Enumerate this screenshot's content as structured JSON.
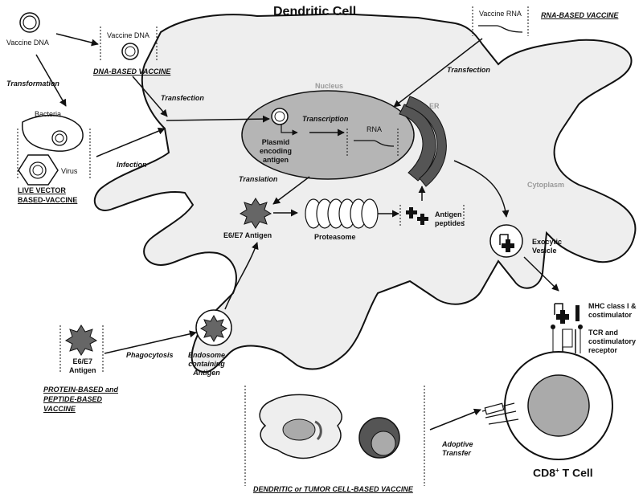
{
  "labels": {
    "title": "Dendritic Cell",
    "vaccine_dna_left": "Vaccine DNA",
    "vaccine_dna_box": "Vaccine DNA",
    "dna_based": "DNA-BASED VACCINE",
    "vaccine_rna": "Vaccine RNA",
    "rna_based": "RNA-BASED VACCINE",
    "transformation": "Transformation",
    "transfection_1": "Transfection",
    "transfection_2": "Transfection",
    "bacteria": "Bacteria",
    "virus": "Virus",
    "infection": "Infection",
    "live_vector_1": "LIVE VECTOR",
    "live_vector_2": "BASED-VACCINE",
    "nucleus": "Nucleus",
    "er": "ER",
    "transcription": "Transcription",
    "rna": "RNA",
    "plasmid": "Plasmid\nencoding\nantigen",
    "translation": "Translation",
    "cytoplasm": "Cytoplasm",
    "e6e7_antigen": "E6/E7 Antigen",
    "proteasome": "Proteasome",
    "antigen_peptides": "Antigen\npeptides",
    "exocytic": "Exocytic\nVesicle",
    "mhc": "MHC class I &\ncostimulator",
    "tcr": "TCR and\ncostimulatory\nreceptor",
    "e6e7_box": "E6/E7\nAntigen",
    "phagocytosis": "Phagocytosis",
    "endosome": "Endosome\ncontaining\nAntigen",
    "protein_1": "PROTEIN-BASED and",
    "protein_2": "PEPTIDE-BASED",
    "protein_3": "VACCINE",
    "adoptive": "Adoptive\nTransfer",
    "cd8": "CD8",
    "cd8_sup": "+",
    "cd8_rest": " T Cell",
    "dendritic_tumor": "DENDRITIC or TUMOR CELL-BASED VACCINE"
  },
  "colors": {
    "cell_fill": "#eeeeee",
    "nucleus_fill": "#b5b5b5",
    "er_fill": "#555555",
    "dark": "#111111",
    "grey_text": "#9a9a9a"
  }
}
